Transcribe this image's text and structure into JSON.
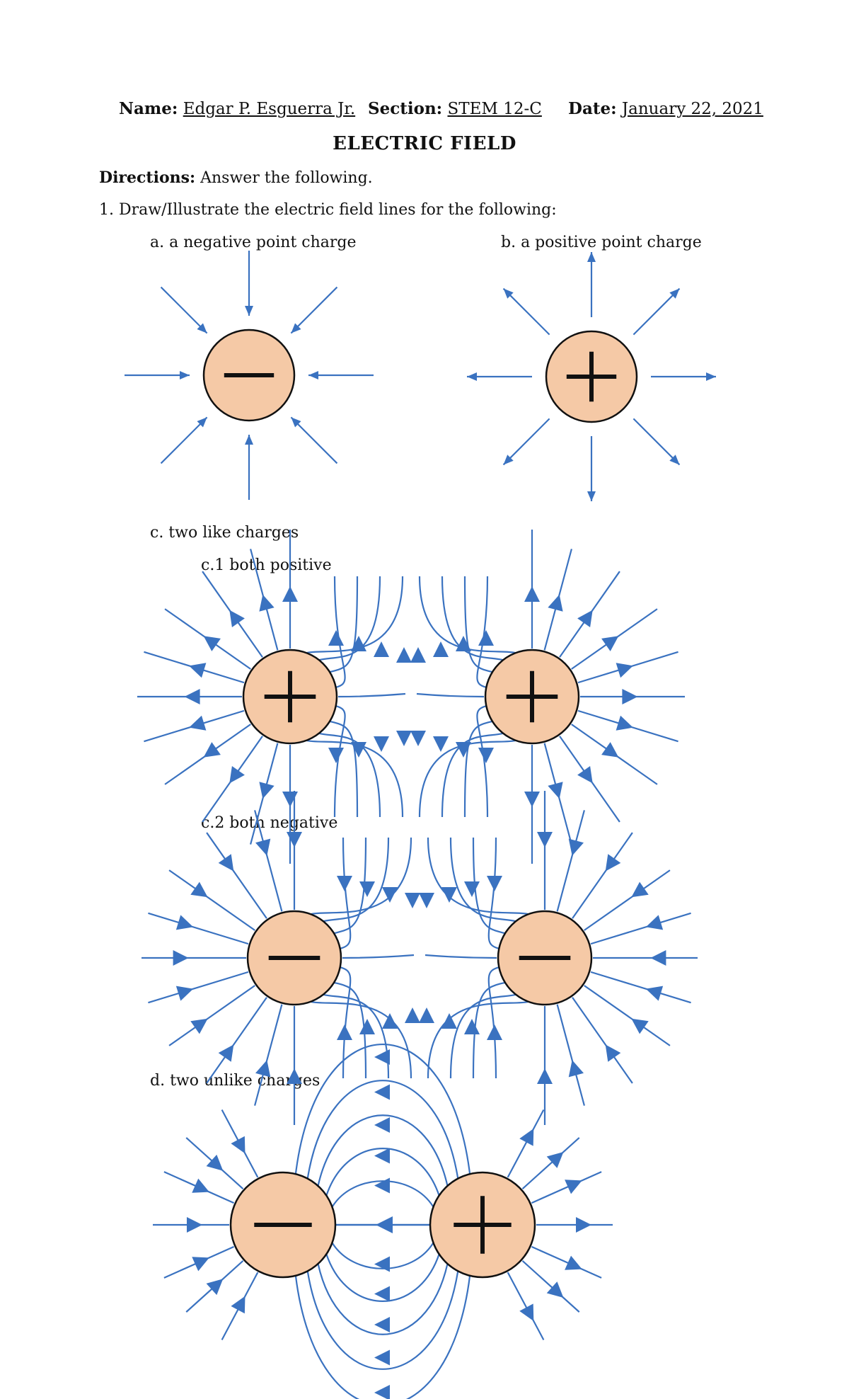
{
  "header": {
    "name_label": "Name:",
    "name_value": "Edgar P. Esguerra Jr.",
    "section_label": "Section:",
    "section_value": "STEM 12-C",
    "date_label": "Date:",
    "date_value": "January 22, 2021"
  },
  "title": "ELECTRIC FIELD",
  "directions": {
    "label": "Directions:",
    "text": "Answer the following."
  },
  "question_1": "1. Draw/Illustrate the electric field lines for the following:",
  "items": {
    "a": "a. a negative point charge",
    "b": "b. a positive point charge",
    "c": "c. two like charges",
    "c1": "c.1 both positive",
    "c2": "c.2 both negative",
    "d": "d. two unlike charges"
  },
  "colors": {
    "field_line": "#3a72c0",
    "arrow_fill": "#3a72c0",
    "charge_fill": "#f5c9a6",
    "charge_stroke": "#111111"
  }
}
